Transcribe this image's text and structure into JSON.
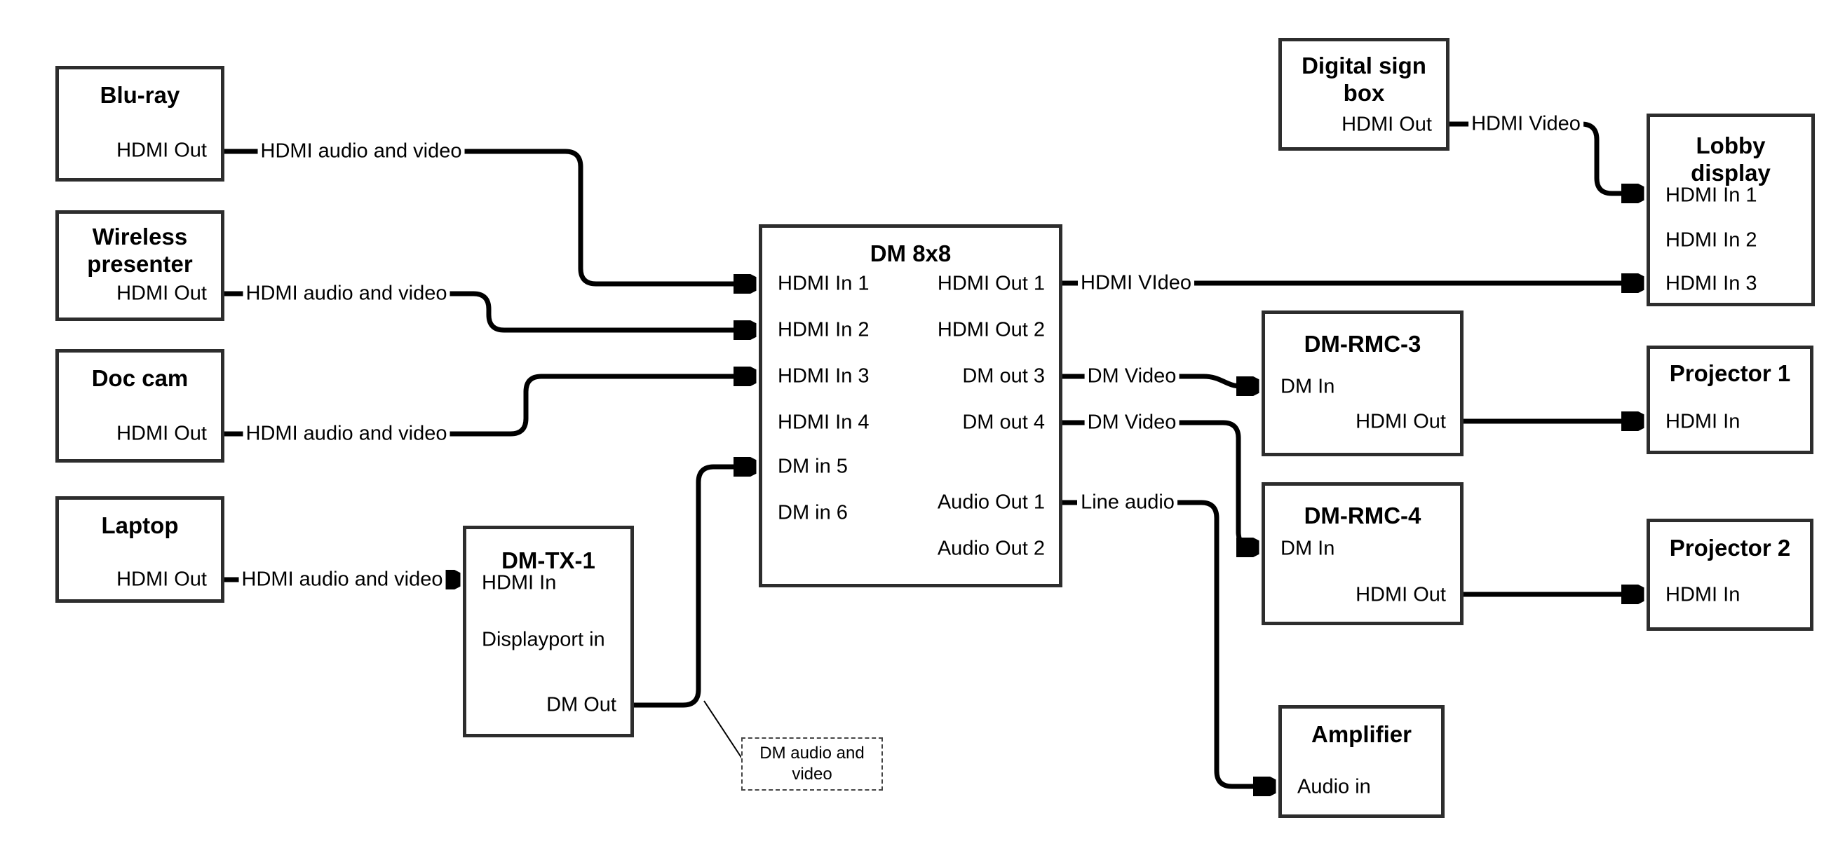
{
  "colors": {
    "wire": "#000000",
    "box_border": "#2d2d2d",
    "text": "#000000",
    "background": "#ffffff"
  },
  "nodes": {
    "bluray": {
      "title": "Blu-ray",
      "port_hdmi_out": "HDMI Out"
    },
    "wireless": {
      "title": "Wireless presenter",
      "port_hdmi_out": "HDMI Out"
    },
    "doccam": {
      "title": "Doc cam",
      "port_hdmi_out": "HDMI Out"
    },
    "laptop": {
      "title": "Laptop",
      "port_hdmi_out": "HDMI Out"
    },
    "dmtx1": {
      "title": "DM-TX-1",
      "port_hdmi_in": "HDMI In",
      "port_displayport_in": "Displayport in",
      "port_dm_out": "DM Out"
    },
    "dm8x8": {
      "title": "DM 8x8",
      "inputs": [
        "HDMI In 1",
        "HDMI In 2",
        "HDMI In 3",
        "HDMI In 4",
        "DM in 5",
        "DM in 6"
      ],
      "outputs": [
        "HDMI Out 1",
        "HDMI Out 2",
        "DM out 3",
        "DM out 4",
        "Audio Out 1",
        "Audio Out 2"
      ]
    },
    "digsign": {
      "title": "Digital sign box",
      "port_hdmi_out": "HDMI Out"
    },
    "lobby": {
      "title": "Lobby display",
      "ports": [
        "HDMI In 1",
        "HDMI In 2",
        "HDMI In 3"
      ]
    },
    "rmc3": {
      "title": "DM-RMC-3",
      "port_dm_in": "DM In",
      "port_hdmi_out": "HDMI Out"
    },
    "proj1": {
      "title": "Projector 1",
      "port_hdmi_in": "HDMI In"
    },
    "rmc4": {
      "title": "DM-RMC-4",
      "port_dm_in": "DM In",
      "port_hdmi_out": "HDMI Out"
    },
    "proj2": {
      "title": "Projector 2",
      "port_hdmi_in": "HDMI In"
    },
    "amp": {
      "title": "Amplifier",
      "port_audio_in": "Audio in"
    }
  },
  "edge_labels": {
    "bluray_dm8x8": "HDMI audio and video",
    "wireless_dm8x8": "HDMI audio and video",
    "doccam_dm8x8": "HDMI audio and video",
    "laptop_dmtx1": "HDMI audio and video",
    "dm8x8_lobby": "HDMI VIdeo",
    "dm8x8_rmc3": "DM Video",
    "dm8x8_rmc4": "DM Video",
    "dm8x8_amp": "Line audio",
    "digsign_lobby": "HDMI Video",
    "callout": "DM audio and video"
  }
}
